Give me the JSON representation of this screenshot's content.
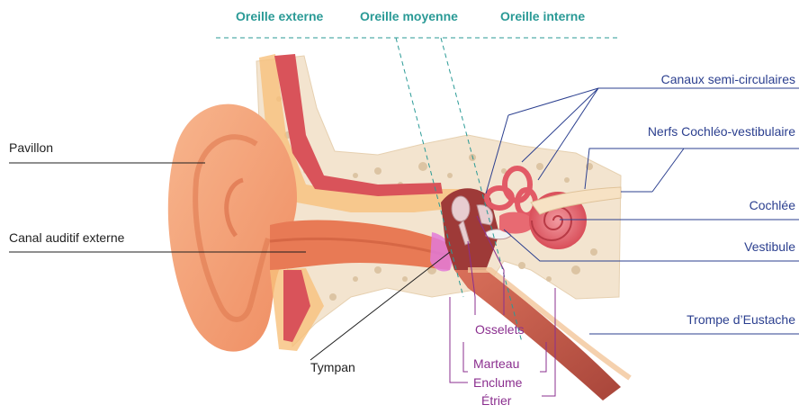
{
  "sections": {
    "outer": "Oreille externe",
    "middle": "Oreille moyenne",
    "inner": "Oreille interne"
  },
  "labels": {
    "pavillon": "Pavillon",
    "canal": "Canal auditif externe",
    "tympan": "Tympan",
    "osselets": "Osselets",
    "marteau": "Marteau",
    "enclume": "Enclume",
    "etrier": "Étrier",
    "canaux": "Canaux semi-circulaires",
    "nerfs": "Nerfs Cochléo-vestibulaire",
    "cochlee": "Cochlée",
    "vestibule": "Vestibule",
    "trompe": "Trompe d’Eustache"
  },
  "colors": {
    "section_title": "#2a9a96",
    "inner_labels": "#2b3f8f",
    "ossicle_labels": "#8b2f8f",
    "bone": "#f3e4cf",
    "skin": "#f29a6e",
    "muscle": "#d9535a",
    "cochlea": "#e86a72"
  }
}
